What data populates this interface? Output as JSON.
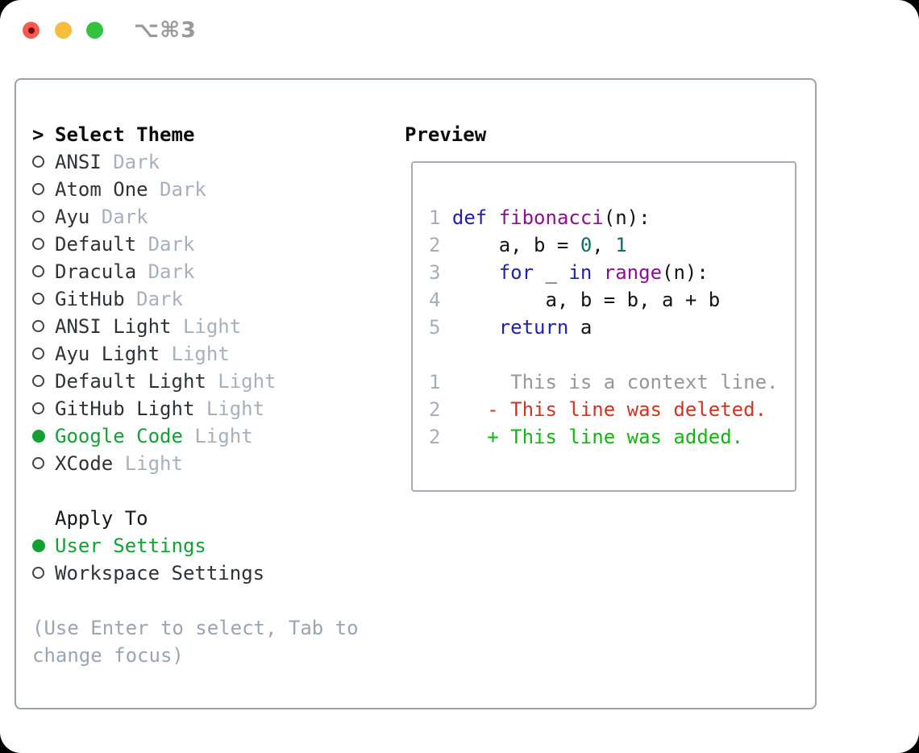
{
  "titlebar": {
    "shortcut": "⌥⌘3"
  },
  "theme_panel": {
    "header_marker": ">",
    "header": "Select Theme",
    "items": [
      {
        "name": "ANSI",
        "variant": "Dark",
        "selected": false
      },
      {
        "name": "Atom One",
        "variant": "Dark",
        "selected": false
      },
      {
        "name": "Ayu",
        "variant": "Dark",
        "selected": false
      },
      {
        "name": "Default",
        "variant": "Dark",
        "selected": false
      },
      {
        "name": "Dracula",
        "variant": "Dark",
        "selected": false
      },
      {
        "name": "GitHub",
        "variant": "Dark",
        "selected": false
      },
      {
        "name": "ANSI Light",
        "variant": "Light",
        "selected": false
      },
      {
        "name": "Ayu Light",
        "variant": "Light",
        "selected": false
      },
      {
        "name": "Default Light",
        "variant": "Light",
        "selected": false
      },
      {
        "name": "GitHub Light",
        "variant": "Light",
        "selected": false
      },
      {
        "name": "Google Code",
        "variant": "Light",
        "selected": true
      },
      {
        "name": "XCode",
        "variant": "Light",
        "selected": false
      }
    ],
    "apply_to": {
      "label": "Apply To",
      "options": [
        {
          "label": "User Settings",
          "selected": true
        },
        {
          "label": "Workspace Settings",
          "selected": false
        }
      ]
    },
    "help": [
      "(Use Enter to select, Tab to",
      "change focus)"
    ]
  },
  "preview": {
    "title": "Preview",
    "code_lines": [
      {
        "num": "1",
        "segments": [
          {
            "text": "def"
          },
          {
            "text": " "
          },
          {
            "text": "fibonacci"
          },
          {
            "text": "(n):"
          }
        ]
      },
      {
        "num": "2",
        "segments": [
          {
            "text": "    a, b = "
          },
          {
            "text": "0"
          },
          {
            "text": ", "
          },
          {
            "text": "1"
          }
        ]
      },
      {
        "num": "3",
        "segments": [
          {
            "text": "    "
          },
          {
            "text": "for"
          },
          {
            "text": " _ "
          },
          {
            "text": "in"
          },
          {
            "text": " "
          },
          {
            "text": "range"
          },
          {
            "text": "(n):"
          }
        ]
      },
      {
        "num": "4",
        "segments": [
          {
            "text": "        a, b = b, a + b"
          }
        ]
      },
      {
        "num": "5",
        "segments": [
          {
            "text": "    "
          },
          {
            "text": "return"
          },
          {
            "text": " a"
          }
        ]
      }
    ],
    "diff_lines": [
      {
        "num": "1",
        "kind": "context",
        "text": "     This is a context line."
      },
      {
        "num": "2",
        "kind": "deleted",
        "text": "   - This line was deleted."
      },
      {
        "num": "2",
        "kind": "added",
        "text": "   + This line was added."
      }
    ]
  },
  "colors": {
    "accent_green": "#12a233",
    "keyword_blue": "#1f1fb0",
    "function_purple": "#8c0f8f",
    "literal_teal": "#0a6e66",
    "deleted_red": "#cf3420",
    "added_green": "#11b711",
    "context_gray": "#94979c",
    "line_number_gray": "#a7aebb",
    "variant_gray": "#a7b0bd",
    "border_gray": "#9aa2ac",
    "traffic_red": "#f85a51",
    "traffic_yellow": "#f7bd3a",
    "traffic_green": "#31c23e"
  }
}
